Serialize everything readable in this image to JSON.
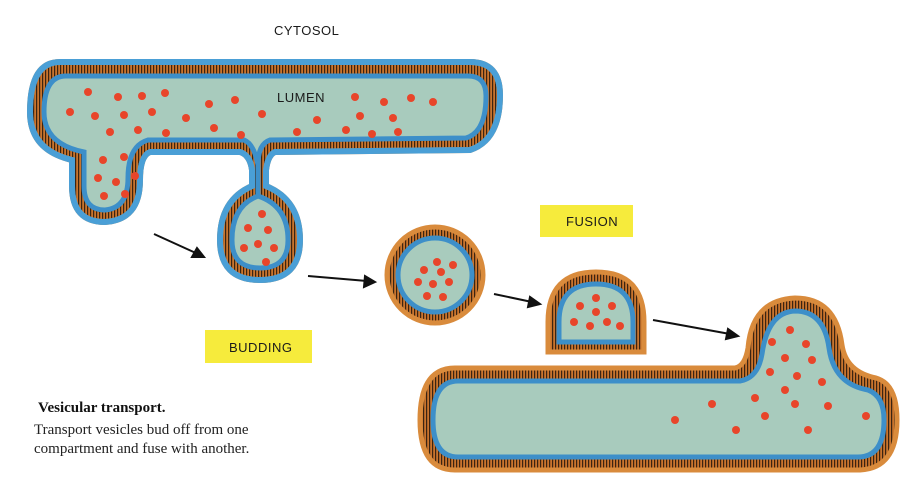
{
  "labels": {
    "cytosol": "CYTOSOL",
    "lumen": "LUMEN",
    "budding": "BUDDING",
    "fusion": "FUSION"
  },
  "caption": {
    "title": "Vesicular transport.",
    "body_line1": "Transport vesicles bud off from one",
    "body_line2": "compartment and fuse with another."
  },
  "colors": {
    "lumen_fill": "#a8cbbd",
    "membrane_outer": "#d98b3c",
    "membrane_inner": "#4a9fd6",
    "cargo": "#e8452a",
    "label_box": "#f6eb3c"
  }
}
